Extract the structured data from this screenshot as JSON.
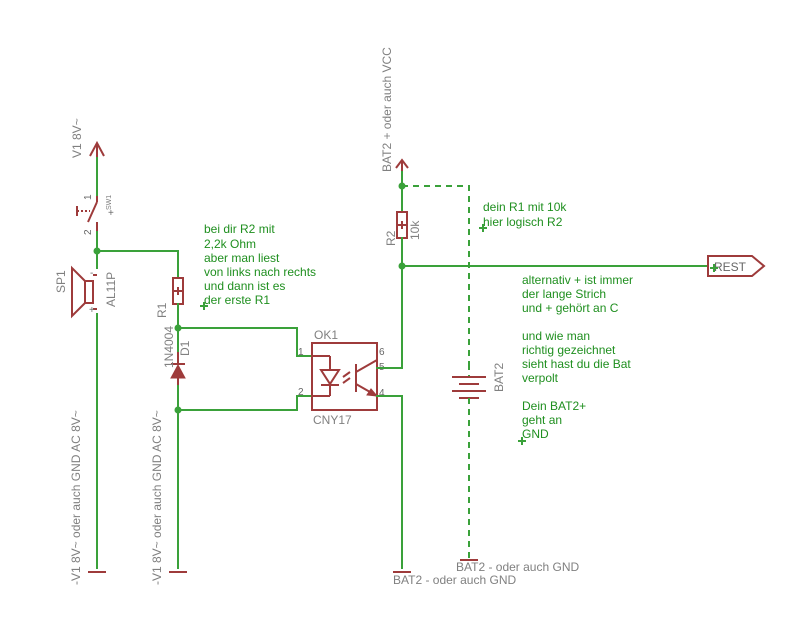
{
  "colors": {
    "wire": "#3aa13a",
    "symbol": "#9e3b3b",
    "label": "#808080",
    "note": "#1f8f1f"
  },
  "labels": {
    "v1_plus": "V1 8V~",
    "bat2_plus": "BAT2 + oder auch VCC",
    "sp1": "SP1",
    "al11p": "AL11P",
    "switch_pin1": "1",
    "switch_pin2": "2",
    "switch_tiny1": "SW1",
    "switch_plus": "+",
    "sp_minus": "-",
    "sp_plus": "+",
    "r1": "R1",
    "d1_type": "1N4004",
    "d1": "D1",
    "r2": "R2",
    "r2_value": "10k",
    "ok1": "OK1",
    "cny17": "CNY17",
    "pin1": "1",
    "pin2": "2",
    "pin4": "4",
    "pin5": "5",
    "pin6": "6",
    "bat2": "BAT2",
    "rest": "REST",
    "gnd_left1": "-V1 8V~ oder auch GND AC 8V~",
    "gnd_left2": "-V1 8V~ oder auch GND AC 8V~",
    "gnd_mid": "BAT2 - oder auch GND",
    "gnd_right": "BAT2 - oder auch GND"
  },
  "notes": {
    "r2_note": [
      "bei dir R2 mit",
      "2,2k Ohm",
      "aber man liest",
      "von links nach rechts",
      "und dann ist es",
      "der erste R1"
    ],
    "r1_note": [
      "dein R1 mit 10k",
      "hier logisch R2"
    ],
    "polarity_note": [
      "alternativ + ist immer",
      "der lange Strich",
      "und + gehört an C"
    ],
    "bat_note": [
      "und wie man",
      "richtig gezeichnet",
      "sieht hast du die Bat",
      "verpolt"
    ],
    "gnd_note": [
      "Dein BAT2+",
      "geht an",
      "GND"
    ]
  }
}
